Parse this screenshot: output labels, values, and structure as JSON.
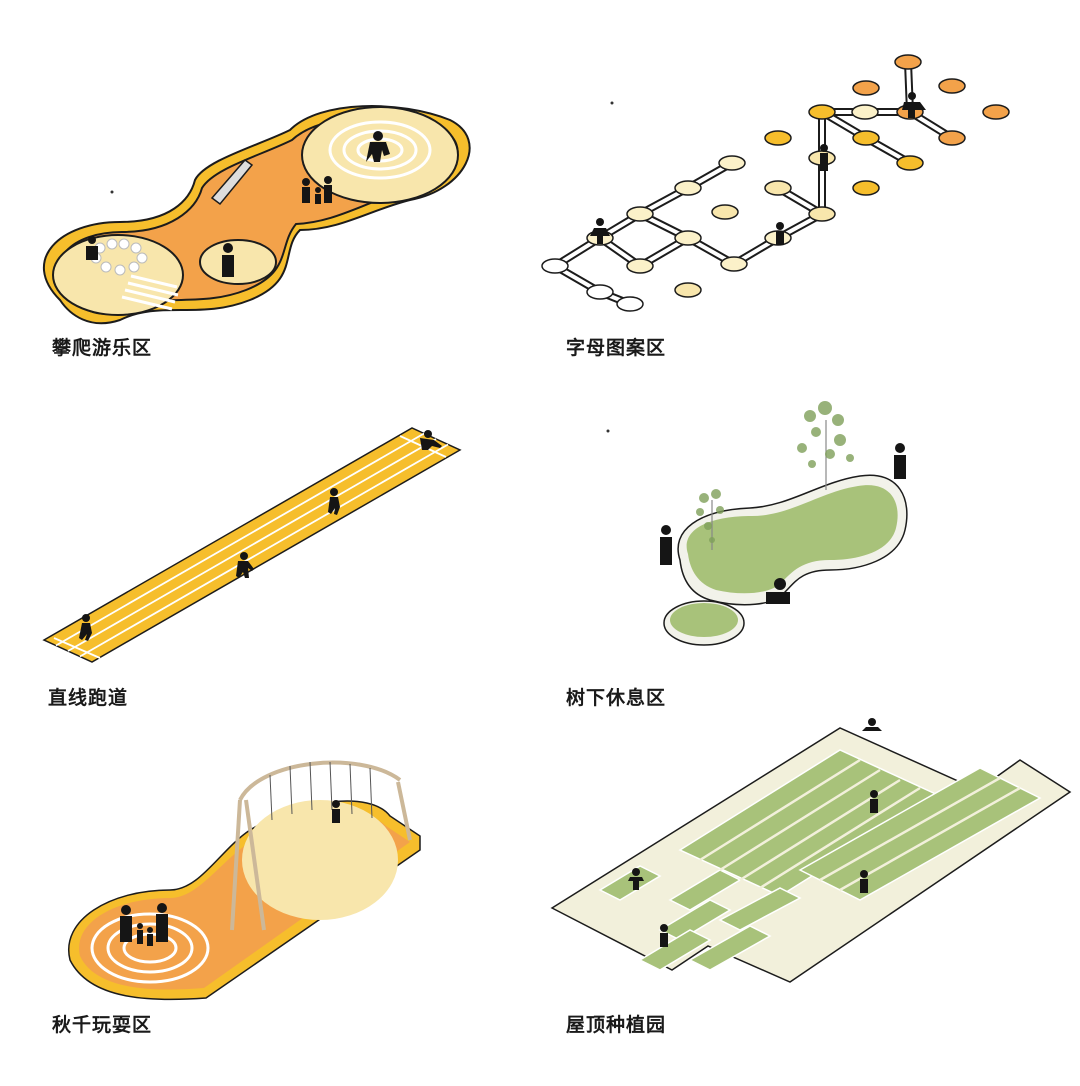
{
  "panels": [
    {
      "id": "climbing",
      "caption": "攀爬游乐区"
    },
    {
      "id": "alphabet",
      "caption": "字母图案区"
    },
    {
      "id": "track",
      "caption": "直线跑道"
    },
    {
      "id": "tree-rest",
      "caption": "树下休息区"
    },
    {
      "id": "swing",
      "caption": "秋千玩耍区"
    },
    {
      "id": "rooftop-garden",
      "caption": "屋顶种植园"
    }
  ],
  "colors": {
    "orange": "#f3a24a",
    "deep_orange": "#ee8a2e",
    "yellow": "#f6be2c",
    "cream": "#f8e6ac",
    "pale_cream": "#fbf1c9",
    "green": "#a8c27a",
    "dark_green": "#7fa05a",
    "outline": "#1c1c1c",
    "figure": "#151515"
  }
}
